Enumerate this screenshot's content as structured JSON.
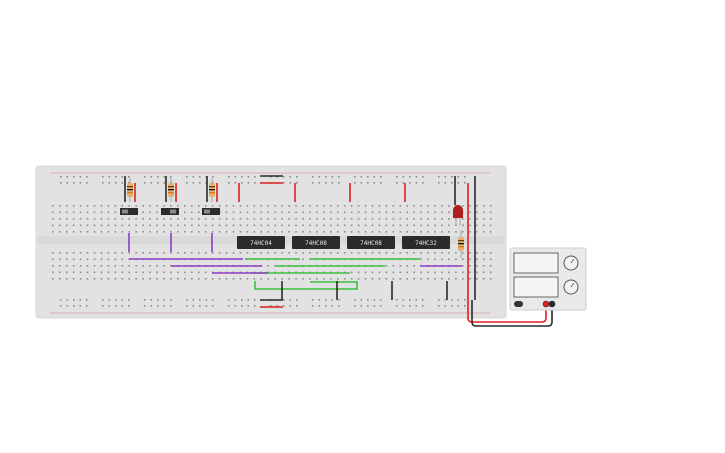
{
  "circuit": {
    "chips": [
      {
        "label": "74HC04"
      },
      {
        "label": "74HC08"
      },
      {
        "label": "74HC08"
      },
      {
        "label": "74HC32"
      }
    ],
    "switch_count": 3,
    "resistor_count": 4,
    "led": {
      "color": "#b01e1e"
    },
    "colors": {
      "breadboard": "#e2e2e2",
      "rail_red": "#d43a3a",
      "rail_black": "#333333",
      "wire_red": "#e02020",
      "wire_black": "#2a2a2a",
      "wire_green": "#3cbf3c",
      "wire_purple": "#8a3cc8",
      "chip_body": "#2b2b2b",
      "psu_body": "#e9e9e9"
    }
  },
  "power_supply": {
    "displays": [
      "",
      ""
    ],
    "knobs": 2,
    "terminals": [
      "red",
      "black"
    ]
  }
}
